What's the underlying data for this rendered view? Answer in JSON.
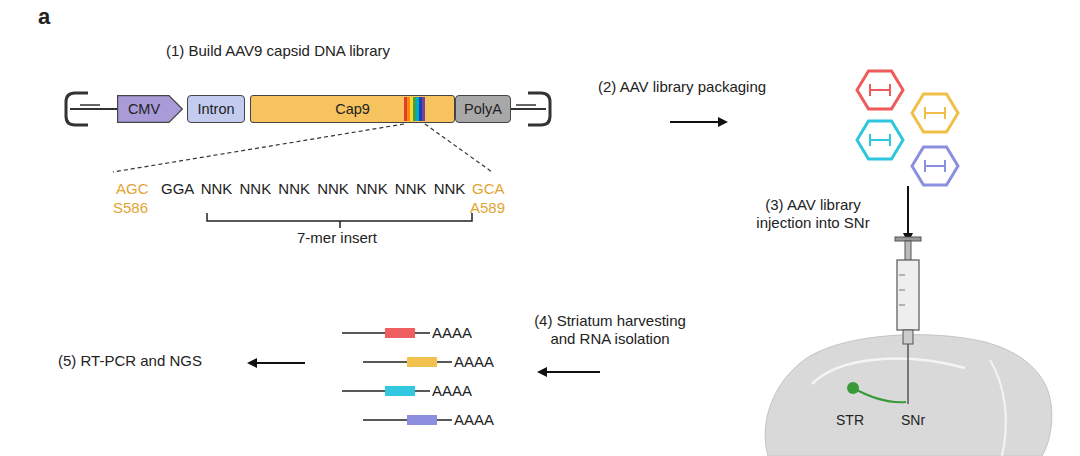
{
  "diagram": {
    "nodes": [
      {
        "text": [
          "CMV"
        ]
      },
      {
        "text": [
          "Intron"
        ]
      },
      {
        "text": [
          "Cap9"
        ]
      },
      {
        "text": [
          "PolyA"
        ]
      }
    ],
    "labels": [
      "a",
      "(1) Build AAV9 capsid DNA library",
      "AGC",
      "S586",
      "GGA NNK NNK NNK NNK NNK NNK NNK",
      "GCA",
      "A589",
      "7-mer insert",
      "(2) AAV library packaging",
      "(3) AAV library injection into SNr",
      "STR",
      "SNr",
      "(4) Striatum harvesting and RNA isolation",
      "AAAA",
      "AAAA",
      "AAAA",
      "AAAA",
      "(5) RT-PCR and NGS"
    ]
  }
}
